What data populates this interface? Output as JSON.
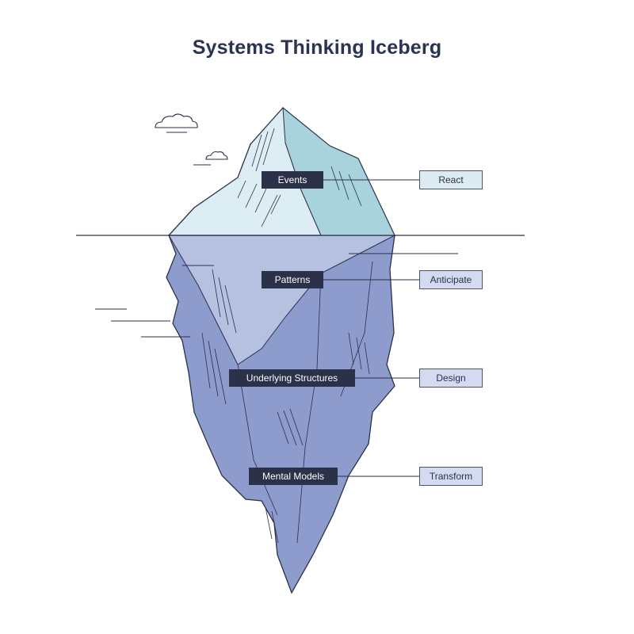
{
  "title": "Systems Thinking Iceberg",
  "levels": [
    {
      "name": "Events",
      "response": "React"
    },
    {
      "name": "Patterns",
      "response": "Anticipate"
    },
    {
      "name": "Underlying Structures",
      "response": "Design"
    },
    {
      "name": "Mental Models",
      "response": "Transform"
    }
  ],
  "colors": {
    "ink": "#2b3149",
    "tip_light": "#dceef3",
    "tip_shade": "#a9d3dc",
    "underwater_light": "#b6c1e2",
    "underwater_body": "#8d9bcd",
    "response_box_light": "#dcecf2",
    "response_box_lavender": "#d4daf0"
  },
  "icons": [
    "cloud-icon",
    "small-cloud-icon"
  ]
}
